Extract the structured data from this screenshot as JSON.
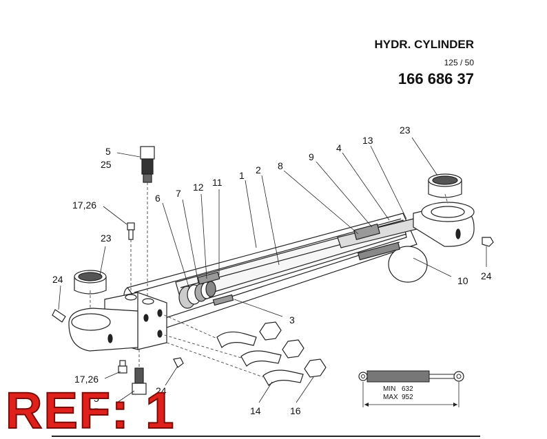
{
  "header": {
    "title": "HYDR. CYLINDER",
    "size": "125 / 50",
    "part_number": "166 686 37"
  },
  "callouts": [
    "5",
    "25",
    "17,26",
    "23",
    "24",
    "6",
    "7",
    "12",
    "11",
    "1",
    "2",
    "8",
    "9",
    "4",
    "13",
    "23",
    "24",
    "10",
    "3",
    "17,26",
    "24",
    "5",
    "25",
    "14",
    "16"
  ],
  "stroke": {
    "min_label": "MIN",
    "min_value": "632",
    "max_label": "MAX",
    "max_value": "952"
  },
  "ref_stamp": "REF: 1"
}
